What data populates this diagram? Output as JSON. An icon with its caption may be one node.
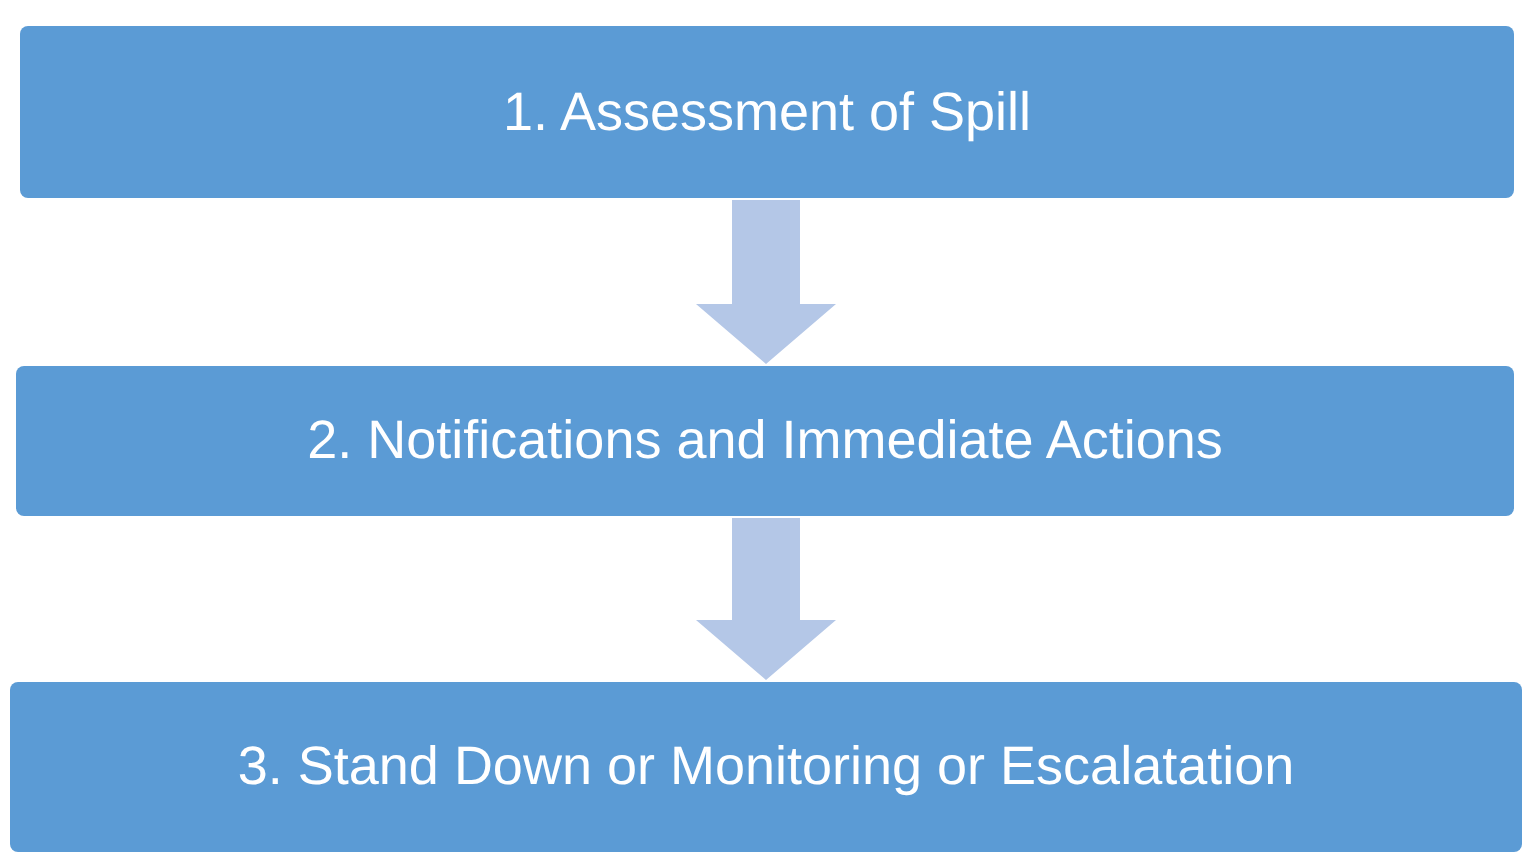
{
  "diagram": {
    "nodes": [
      {
        "text": [
          "1. Assessment of Spill"
        ]
      },
      {
        "text": [
          "2. Notifications and Immediate Actions"
        ]
      },
      {
        "text": [
          "3. Stand Down or Monitoring or Escalatation"
        ]
      }
    ],
    "edges": [
      {
        "from": 0,
        "to": 1,
        "arrow": "to",
        "style": "thick"
      },
      {
        "from": 1,
        "to": 2,
        "arrow": "to",
        "style": "thick"
      }
    ]
  }
}
